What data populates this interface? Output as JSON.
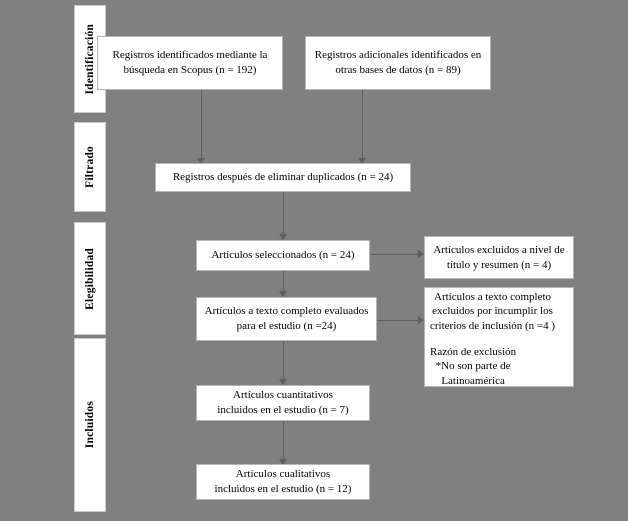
{
  "diagram": {
    "title": "PRISMA flow diagram",
    "background_color": "#808080",
    "box_color": "#ffffff",
    "connector_color": "#5e5e5e",
    "stages": [
      {
        "id": "identificacion",
        "label": "Identificación"
      },
      {
        "id": "filtrado",
        "label": "Filtrado"
      },
      {
        "id": "elegibilidad",
        "label": "Elegibilidad"
      },
      {
        "id": "incluidos",
        "label": "Incluidos"
      }
    ],
    "nodes": [
      {
        "id": "registros-scopus",
        "text": "Registros identificados mediante la\nbúsqueda en Scopus (n = 192)"
      },
      {
        "id": "registros-adicionales",
        "text": "Registros adicionales identificados en\notras bases de datos (n = 89)"
      },
      {
        "id": "registros-duplicados",
        "text": "Registros después de eliminar duplicados (n = 24)"
      },
      {
        "id": "articulos-seleccionados",
        "text": "Artículos seleccionados (n = 24)"
      },
      {
        "id": "articulos-excluidos-titulo",
        "text": "Artículos excluidos a nivel de\ntítulo y resumen (n = 4)"
      },
      {
        "id": "articulos-texto-completo",
        "text": "Artículos a texto completo evaluados\npara el estudio (n =24)"
      },
      {
        "id": "articulos-excluidos-criterios",
        "text": "Artículos a texto completo\nexcluidos por incumplir los\ncriterios de inclusión (n =4 )",
        "subtext": "Razón de exclusión\n*No son parte de\nLatinoamérica"
      },
      {
        "id": "articulos-cuantitativos",
        "text": "Artículos cuantitativos\nincluidos en el estudio (n = 7)"
      },
      {
        "id": "articulos-cualitativos",
        "text": "Artículos cualitativos\nincluidos en el estudio (n = 12)"
      }
    ]
  }
}
